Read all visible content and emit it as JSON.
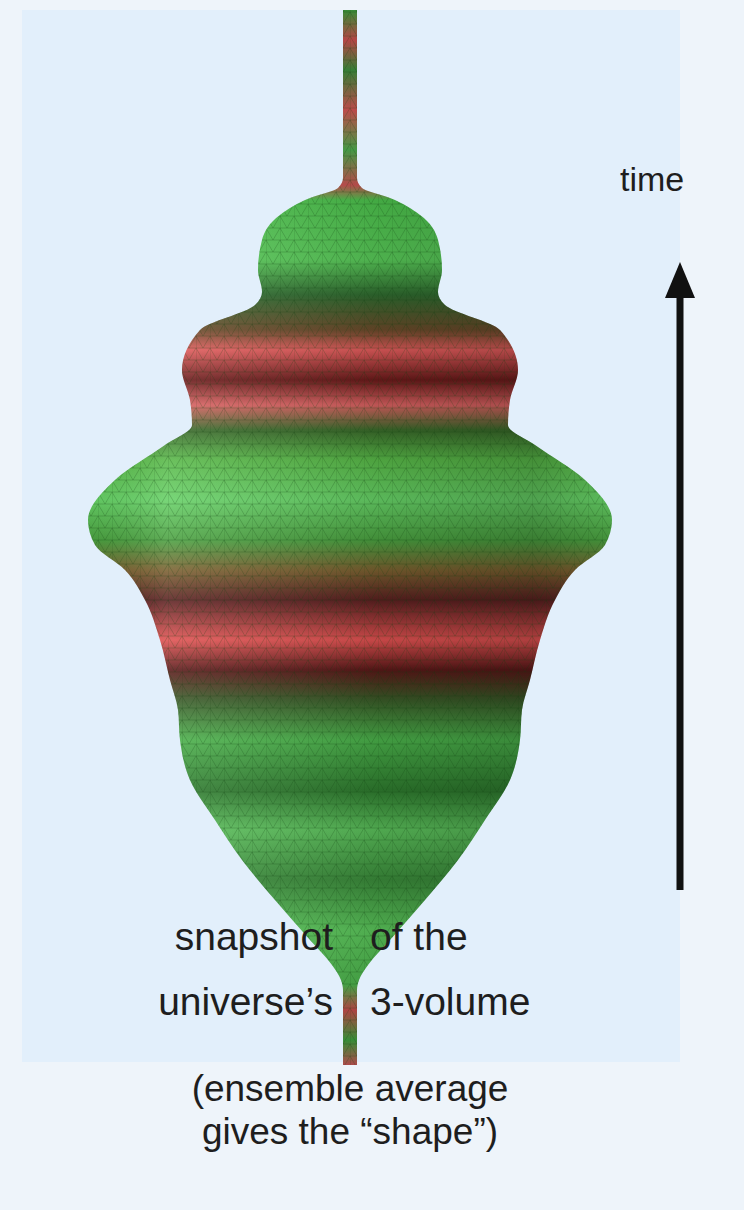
{
  "diagram": {
    "labels": [
      "time",
      "snapshot",
      "of the",
      "universe’s",
      "3-volume",
      "(ensemble average gives the “shape”)"
    ]
  }
}
